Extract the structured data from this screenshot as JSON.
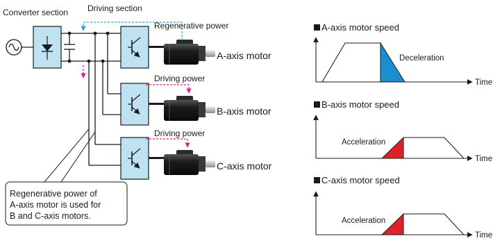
{
  "labels": {
    "converter_section": "Converter section",
    "driving_section": "Driving section",
    "regenerative_power": "Regenerative power",
    "driving_power_b": "Driving power",
    "driving_power_c": "Driving power"
  },
  "motors": {
    "a": "A-axis motor",
    "b": "B-axis motor",
    "c": "C-axis motor"
  },
  "callout": {
    "line1": "Regenerative power of",
    "line2": "A-axis motor is used for",
    "line3": "B and C-axis motors."
  },
  "charts": {
    "a": {
      "title": "A-axis motor speed",
      "annotation": "Deceleration",
      "axis": "Time"
    },
    "b": {
      "title": "B-axis motor speed",
      "annotation": "Acceleration",
      "axis": "Time"
    },
    "c": {
      "title": "C-axis motor speed",
      "annotation": "Acceleration",
      "axis": "Time"
    }
  },
  "colors": {
    "box_fill": "#bfe2f2",
    "regen": "#2aa6d6",
    "driving": "#e0208a",
    "accel": "#e0202a",
    "decel": "#1a8fd0"
  }
}
